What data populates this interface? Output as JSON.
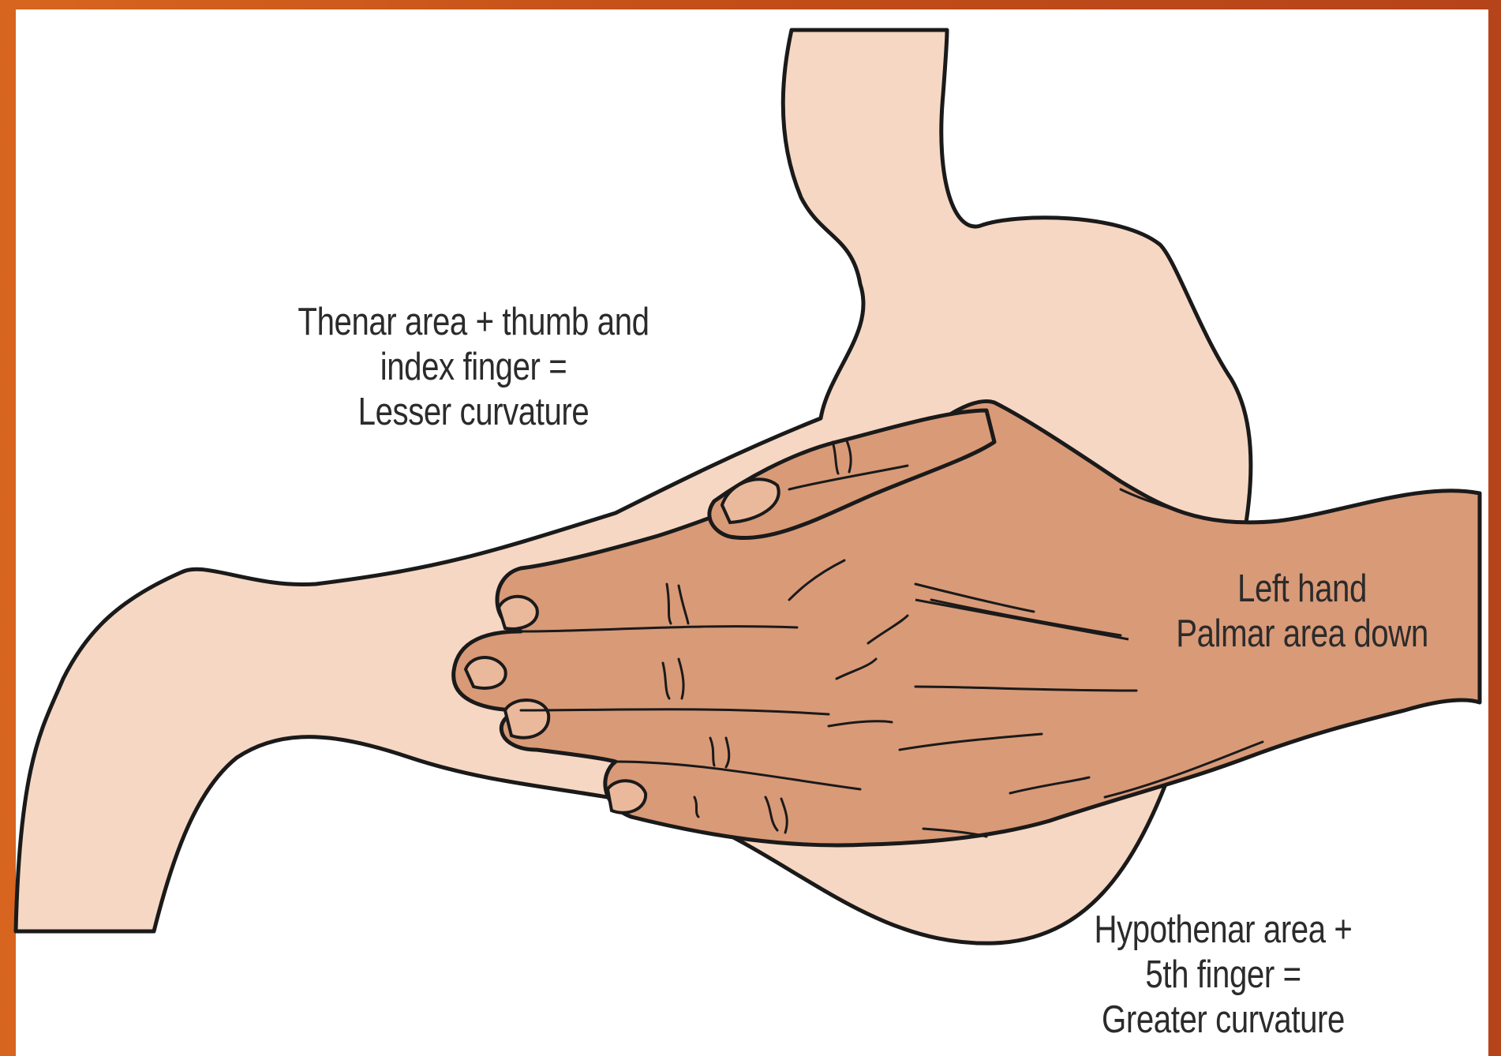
{
  "labels": {
    "lesser": {
      "line1": "Thenar area + thumb and",
      "line2": "index finger =",
      "line3": "Lesser curvature"
    },
    "hand": {
      "line1": "Left hand",
      "line2": "Palmar area down"
    },
    "greater": {
      "line1": "Hypothenar area +",
      "line2": "5th finger =",
      "line3": "Greater curvature"
    }
  },
  "colors": {
    "frame": "#c9541c",
    "stomach": "#f6d7c3",
    "hand": "#d99a78",
    "outline": "#1a1a1a"
  }
}
